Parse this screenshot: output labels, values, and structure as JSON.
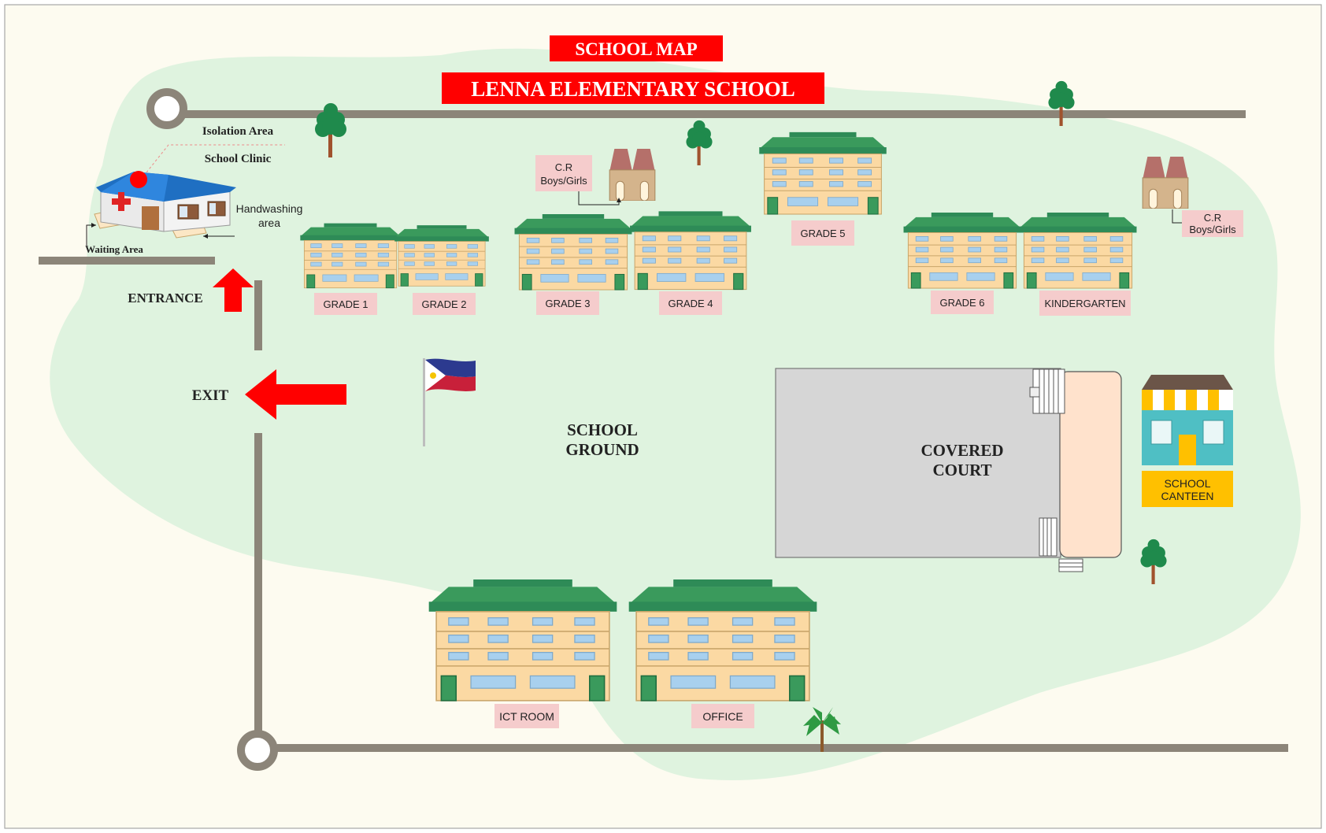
{
  "title": "SCHOOL MAP",
  "school_name": "LENNA ELEMENTARY SCHOOL",
  "ground_label": [
    "SCHOOL",
    "GROUND"
  ],
  "court_label": [
    "COVERED",
    "COURT"
  ],
  "clinic": {
    "isolation": "Isolation Area",
    "clinic": "School Clinic",
    "handwashing": [
      "Handwashing",
      "area"
    ],
    "waiting": "Waiting Area"
  },
  "entrance": "ENTRANCE",
  "exit": "EXIT",
  "buildings": {
    "grade1": "GRADE 1",
    "grade2": "GRADE 2",
    "grade3": "GRADE 3",
    "grade4": "GRADE 4",
    "grade5": "GRADE 5",
    "grade6": "GRADE 6",
    "kindergarten": "KINDERGARTEN",
    "ict": "ICT ROOM",
    "office": "OFFICE"
  },
  "cr_left": [
    "C.R",
    "Boys/Girls"
  ],
  "cr_right": [
    "C.R",
    "Boys/Girls"
  ],
  "canteen": [
    "SCHOOL",
    "CANTEEN"
  ],
  "colors": {
    "title_bg": "#ff0000",
    "ground": "#dff3df",
    "road": "#8c8579",
    "roof": "#3a9a5c",
    "wall": "#fbd9a3",
    "window": "#a8d0ee",
    "label_bg": "#f5cccc",
    "court": "#d6d6d6",
    "stage": "#ffe2cc",
    "canteen_label": "#ffc000",
    "arrow": "#ff0000"
  }
}
